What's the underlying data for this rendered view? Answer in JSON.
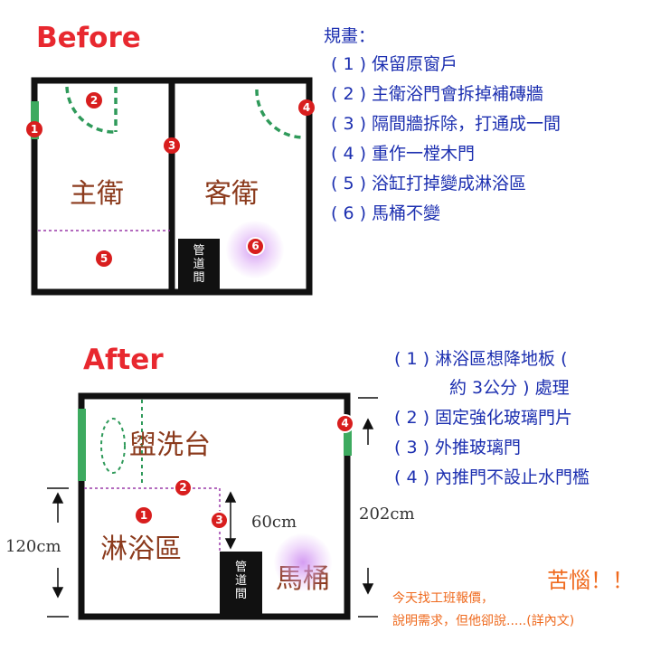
{
  "before": {
    "heading": "Before",
    "rooms": {
      "master": "主衛",
      "guest": "客衛"
    },
    "shaft": [
      "管",
      "道",
      "間"
    ],
    "markers": [
      "1",
      "2",
      "3",
      "4",
      "5",
      "6"
    ]
  },
  "plan_notes": {
    "title": "規畫：",
    "items": [
      "( 1 ) 保留原窗戶",
      "( 2 ) 主衛浴門會拆掉補磚牆",
      "( 3 ) 隔間牆拆除，打通成一間",
      "( 4 ) 重作一樘木門",
      "( 5 ) 浴缸打掉變成淋浴區",
      "( 6 ) 馬桶不變"
    ]
  },
  "after": {
    "heading": "After",
    "rooms": {
      "wash": "盥洗台",
      "shower": "淋浴區",
      "toilet": "馬桶"
    },
    "shaft": [
      "管",
      "道",
      "間"
    ],
    "markers": [
      "1",
      "2",
      "3",
      "4"
    ],
    "dims": {
      "left": "120cm",
      "middle": "60cm",
      "right": "202cm"
    }
  },
  "after_notes": {
    "items": [
      "( 1 ) 淋浴區想降地板 (",
      "約 3公分 ) 處理",
      "( 2 ) 固定強化玻璃門片",
      "( 3 ) 外推玻璃門",
      "( 4 ) 內推門不設止水門檻"
    ]
  },
  "footer": {
    "worry": "苦惱！！",
    "line1": "今天找工班報價，",
    "line2": "說明需求，但他卻說.....(詳內文)"
  },
  "colors": {
    "wall": "#111111",
    "window": "#3daa5f",
    "door": "#2f9a5a",
    "dashed_purple": "#9a3aa8",
    "marker": "#d81e1e",
    "heading": "#e8282f",
    "note": "#1c2fb0",
    "room_text": "#8b3a1c",
    "orange": "#ef6a1e"
  }
}
